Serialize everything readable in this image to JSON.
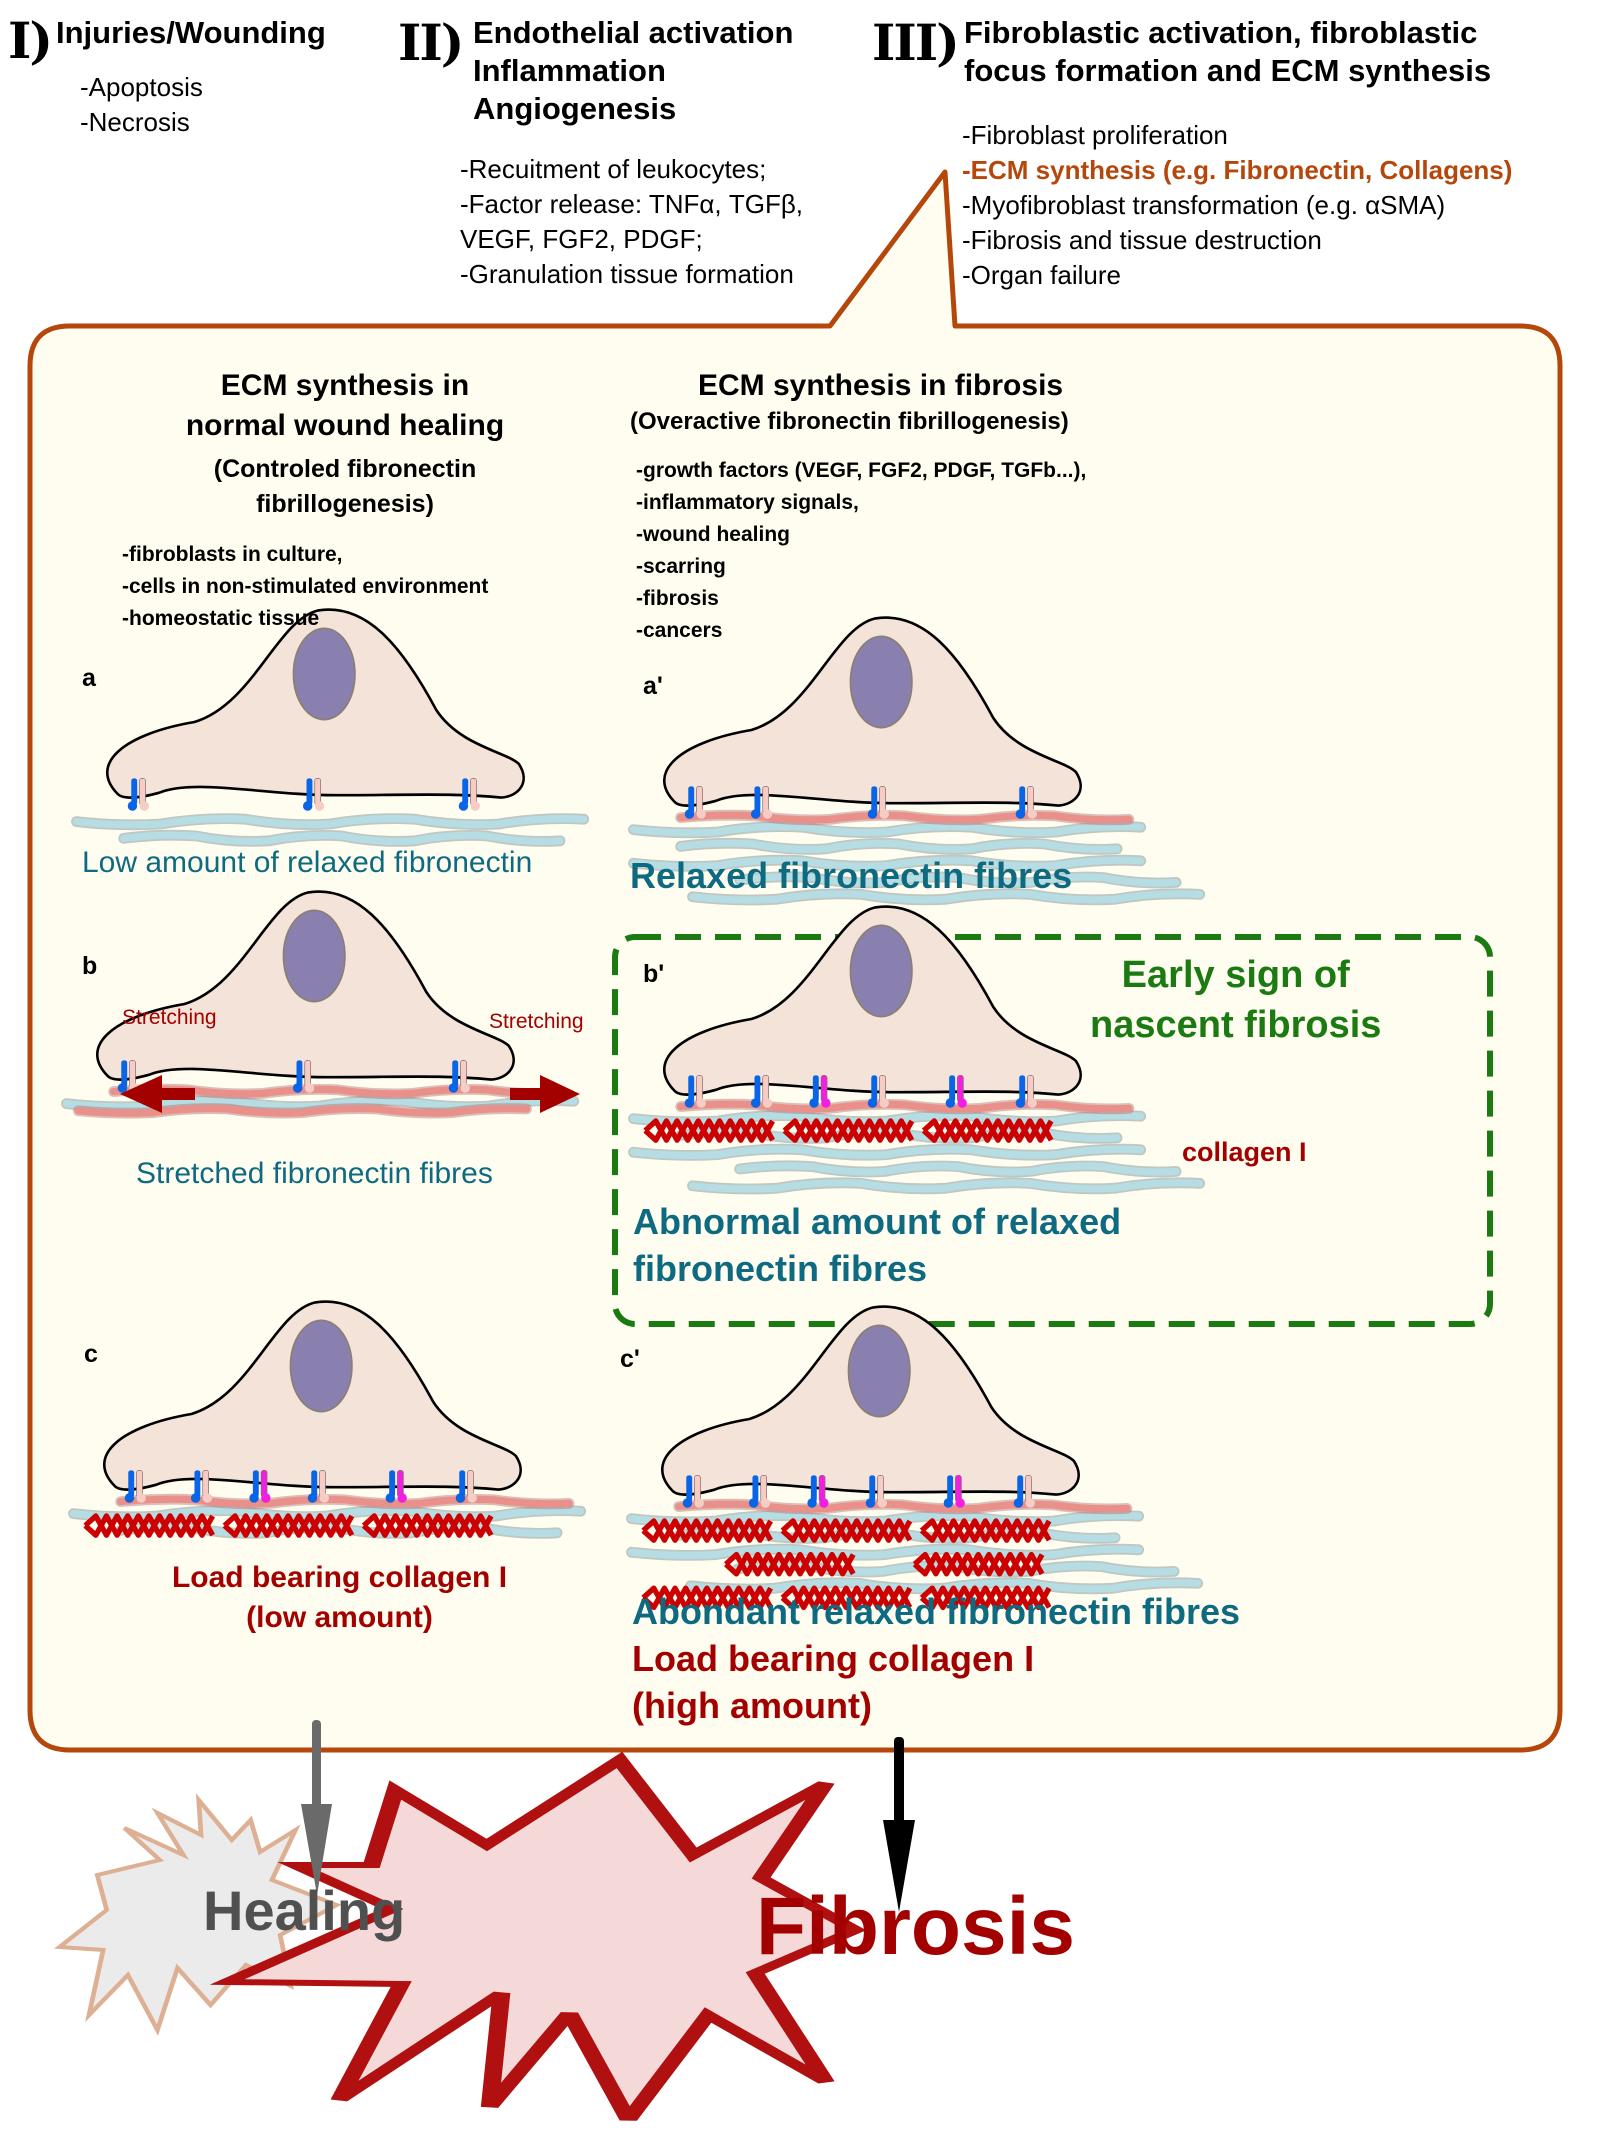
{
  "stages": [
    {
      "numeral": "I)",
      "title_lines": [
        "Injuries/Wounding"
      ],
      "items": [
        "-Apoptosis",
        "-Necrosis"
      ]
    },
    {
      "numeral": "II)",
      "title_lines": [
        "Endothelial activation",
        "Inflammation",
        "Angiogenesis"
      ],
      "items": [
        "-Recuitment of leukocytes;",
        "-Factor release: TNFα, TGFβ,",
        "VEGF, FGF2, PDGF;",
        "-Granulation tissue formation"
      ]
    },
    {
      "numeral": "III)",
      "title_lines": [
        "Fibroblastic activation, fibroblastic",
        "focus formation and ECM synthesis"
      ],
      "items": [
        "-Fibroblast proliferation",
        "-ECM synthesis (e.g. Fibronectin, Collagens)",
        "-Myofibroblast transformation (e.g. αSMA)",
        "-Fibrosis and tissue destruction",
        "-Organ failure"
      ],
      "highlighted_item": 1
    }
  ],
  "colors": {
    "callout_border": "#b5470b",
    "callout_fill": "#fffdf0",
    "cell_fill": "#f3e3d9",
    "nucleus": "#8a80b0",
    "fibronectin_relaxed": "#b5dde3",
    "fibronectin_stretched": "#e9908a",
    "collagen": "#cc0000",
    "receptor_blue": "#0a64e6",
    "receptor_pink": "#f5cdc5",
    "receptor_magenta": "#f020e0",
    "teal_text": "#0e6a80",
    "red_text": "#a30000",
    "green_highlight": "#1c7a12",
    "healing_fill": "#ebebeb",
    "healing_border": "#ddb094",
    "fibrosis_fill": "#f5d8d8",
    "fibrosis_border": "#b01010"
  },
  "left_column": {
    "title_lines": [
      "ECM synthesis in",
      "normal wound healing"
    ],
    "subtitle_lines": [
      "(Controled fibronectin",
      "fibrillogenesis)"
    ],
    "bullets": [
      "-fibroblasts in culture,",
      "-cells in non-stimulated environment",
      "-homeostatic tissue"
    ]
  },
  "right_column": {
    "title": "ECM synthesis in fibrosis",
    "subtitle": "(Overactive fibronectin fibrillogenesis)",
    "bullets": [
      "-growth factors (VEGF, FGF2, PDGF, TGFb...),",
      "-inflammatory signals,",
      "-wound healing",
      "-scarring",
      "-fibrosis",
      "-cancers"
    ]
  },
  "panels": {
    "a": {
      "label": "a",
      "caption": "Low amount of relaxed fibronectin",
      "relaxed_fibres": 2,
      "stretched_fibres": 0,
      "collagen_rows": 0,
      "receptor_pairs": 3,
      "activated_pairs": 0
    },
    "a2": {
      "label": "a'",
      "caption": "Relaxed fibronectin fibres",
      "relaxed_fibres": 5,
      "stretched_fibres": 1,
      "collagen_rows": 0,
      "receptor_pairs": 4,
      "activated_pairs": 0
    },
    "b": {
      "label": "b",
      "caption": "Stretched fibronectin fibres",
      "stretch_label": "Stretching",
      "relaxed_fibres": 1,
      "stretched_fibres": 2,
      "collagen_rows": 0,
      "receptor_pairs": 3,
      "activated_pairs": 0
    },
    "b2": {
      "label": "b'",
      "caption_lines": [
        "Abnormal amount of relaxed",
        "fibronectin fibres"
      ],
      "collagen_label": "collagen I",
      "relaxed_fibres": 5,
      "stretched_fibres": 1,
      "collagen_rows": 1,
      "receptor_pairs": 4,
      "activated_pairs": 2
    },
    "c": {
      "label": "c",
      "caption_lines": [
        "Load bearing collagen I",
        "(low amount)"
      ],
      "relaxed_fibres": 2,
      "stretched_fibres": 1,
      "collagen_rows": 1,
      "receptor_pairs": 4,
      "activated_pairs": 2
    },
    "c2": {
      "label": "c'",
      "caption_teal": "Abondant relaxed fibronectin fibres",
      "caption_red_lines": [
        "Load bearing collagen I",
        "(high amount)"
      ],
      "relaxed_fibres": 5,
      "stretched_fibres": 1,
      "collagen_rows": 3,
      "receptor_pairs": 4,
      "activated_pairs": 2
    }
  },
  "highlight_box": {
    "title_lines": [
      "Early sign of",
      "nascent fibrosis"
    ]
  },
  "outcomes": {
    "healing": "Healing",
    "fibrosis": "Fibrosis"
  }
}
